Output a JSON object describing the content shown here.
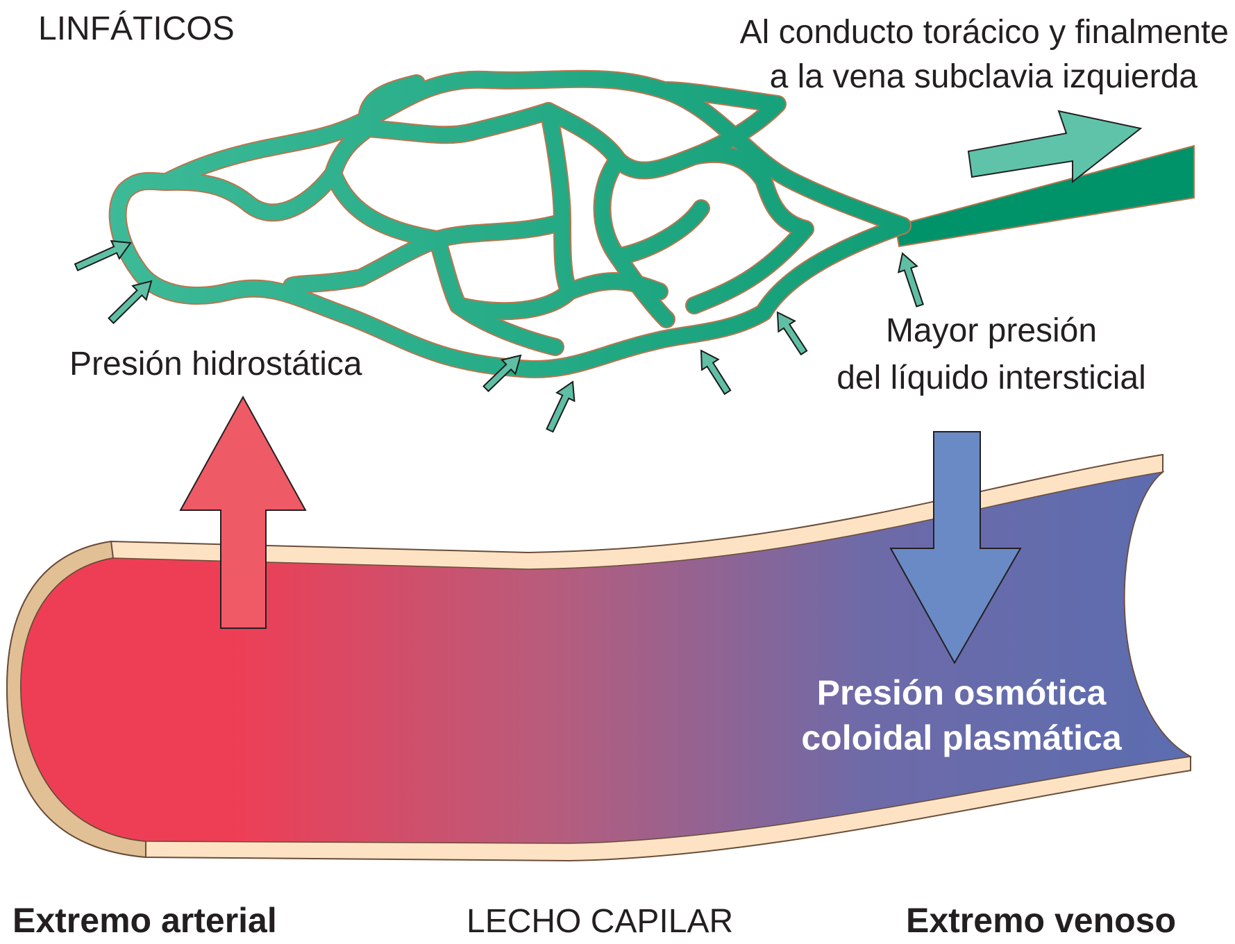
{
  "labels": {
    "lymphatics": "LINFÁTICOS",
    "thoracic_line1": "Al conducto torácico y finalmente",
    "thoracic_line2": "a la vena subclavia izquierda",
    "hydrostatic": "Presión hidrostática",
    "interstitial_line1": "Mayor presión",
    "interstitial_line2": "del líquido intersticial",
    "osmotic_line1": "Presión osmótica",
    "osmotic_line2": "coloidal plasmática",
    "arterial_end": "Extremo arterial",
    "capillary_bed": "LECHO CAPILAR",
    "venous_end": "Extremo venoso"
  },
  "colors": {
    "lymph_light": "#3dba98",
    "lymph_dark": "#00936a",
    "lymph_outline": "#b8764e",
    "arterial_red": "#ee3e55",
    "venous_blue": "#5b6db0",
    "capillary_wall": "#fde3c4",
    "red_arrow": "#ef5a67",
    "blue_arrow": "#6a8ac6",
    "teal_arrow": "#5fc3aa"
  }
}
